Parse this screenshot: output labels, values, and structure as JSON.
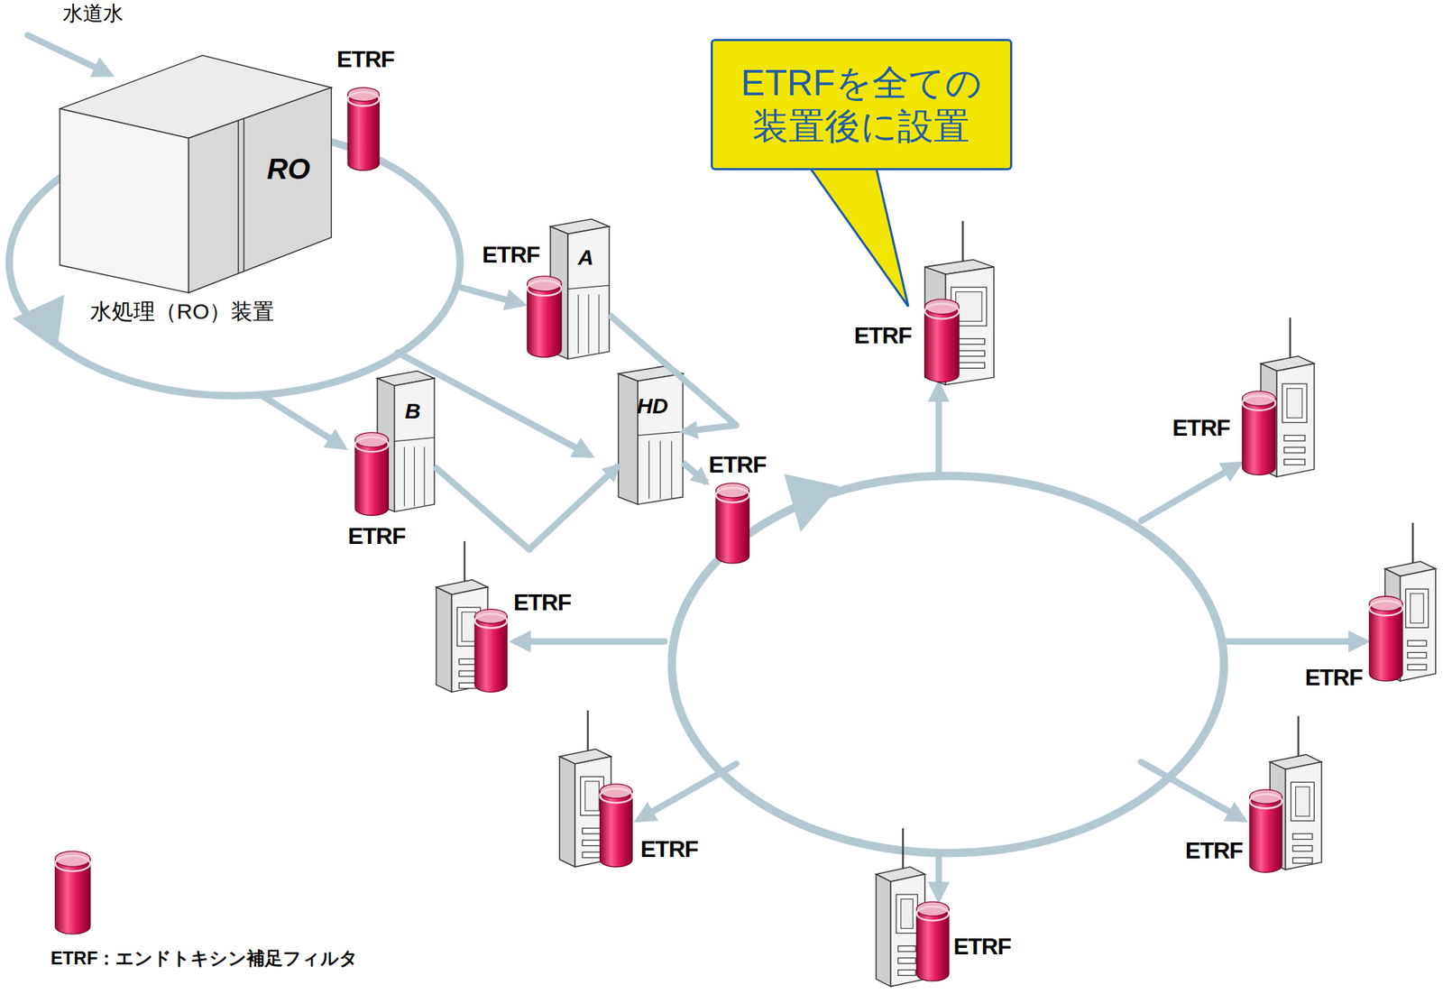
{
  "diagram": {
    "nodes": [
      {
        "text": [
          "RO",
          "水処理（RO）装置"
        ]
      },
      {
        "text": [
          "ETRF"
        ]
      },
      {
        "text": [
          "A"
        ]
      },
      {
        "text": [
          "ETRF"
        ]
      },
      {
        "text": [
          "B"
        ]
      },
      {
        "text": [
          "ETRF"
        ]
      },
      {
        "text": [
          "HD"
        ]
      },
      {
        "text": [
          "ETRF"
        ]
      },
      {
        "text": [
          "ETRFを全ての 装置後に設置"
        ]
      },
      {
        "text": [
          "ETRF"
        ]
      },
      {
        "text": [
          "ETRF"
        ]
      },
      {
        "text": [
          "ETRF"
        ]
      },
      {
        "text": [
          "ETRF"
        ]
      },
      {
        "text": [
          "ETRF"
        ]
      },
      {
        "text": [
          "ETRF"
        ]
      },
      {
        "text": [
          "ETRF"
        ]
      }
    ],
    "edges": [
      {
        "from": 2,
        "to": 6,
        "arrow": "to"
      },
      {
        "from": 4,
        "to": 6,
        "arrow": "to"
      },
      {
        "from": 6,
        "to": 7,
        "arrow": "to"
      }
    ],
    "labels": [
      "水道水"
    ],
    "legend": [
      {
        "text": "ETRF：エンドトキシン補足フィルタ"
      }
    ]
  }
}
